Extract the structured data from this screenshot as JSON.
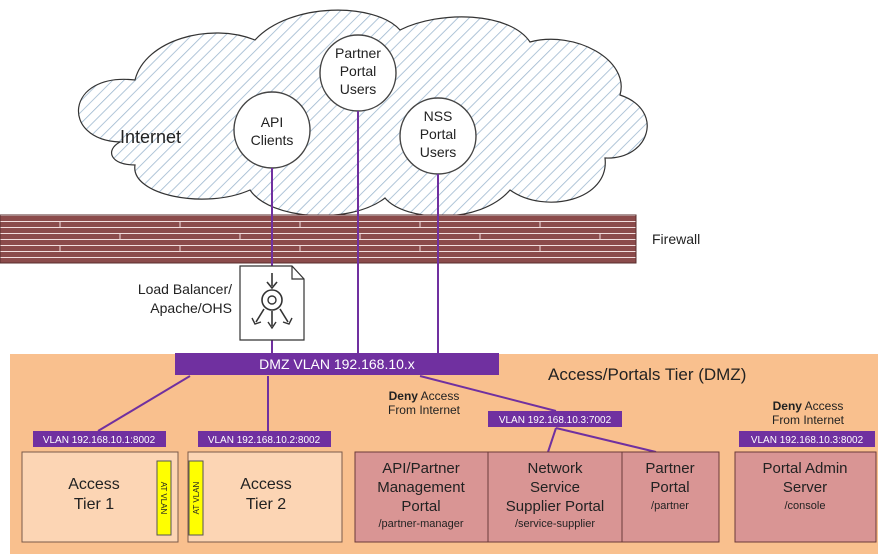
{
  "cloud": {
    "label": "Internet",
    "clients": [
      {
        "lines": [
          "API",
          "Clients"
        ]
      },
      {
        "lines": [
          "Partner",
          "Portal",
          "Users"
        ]
      },
      {
        "lines": [
          "NSS",
          "Portal",
          "Users"
        ]
      }
    ]
  },
  "firewall": {
    "label": "Firewall"
  },
  "load_balancer": {
    "lines": [
      "Load Balancer/",
      "Apache/OHS"
    ]
  },
  "dmz": {
    "vlan_label": "DMZ VLAN 192.168.10.x",
    "tier_title": "Access/Portals Tier (DMZ)"
  },
  "access_tiers": [
    {
      "vlan": "VLAN 192.168.10.1:8002",
      "lines": [
        "Access",
        "Tier 1"
      ],
      "side_tag": "AT VLAN"
    },
    {
      "vlan": "VLAN 192.168.10.2:8002",
      "lines": [
        "Access",
        "Tier 2"
      ],
      "side_tag": "AT VLAN"
    }
  ],
  "portals_group": {
    "deny_bold": "Deny",
    "deny_rest": " Access",
    "deny_line2": "From Internet",
    "vlan": "VLAN 192.168.10.3:7002",
    "portals": [
      {
        "lines": [
          "API/Partner",
          "Management",
          "Portal"
        ],
        "path": "/partner-manager"
      },
      {
        "lines": [
          "Network",
          "Service",
          "Supplier Portal"
        ],
        "path": "/service-supplier"
      },
      {
        "lines": [
          "Partner",
          "Portal"
        ],
        "path": "/partner"
      }
    ]
  },
  "admin": {
    "deny_bold": "Deny",
    "deny_rest": " Access",
    "deny_line2": "From Internet",
    "vlan": "VLAN 192.168.10.3:8002",
    "lines": [
      "Portal Admin",
      "Server"
    ],
    "path": "/console"
  },
  "colors": {
    "zone": "#f9c08e",
    "access_box": "#fcd5b4",
    "portal_box": "#d99594",
    "vlan_bar": "#7030a0",
    "link": "#7030a0",
    "firewall": "#8b4b4b",
    "tag": "#ffff00"
  }
}
